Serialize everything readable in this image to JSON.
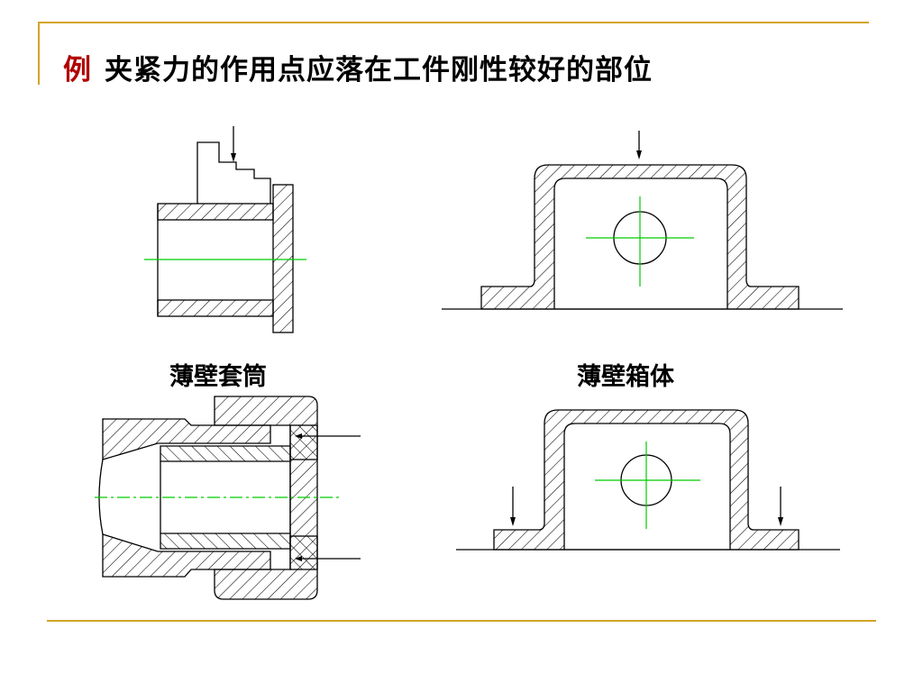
{
  "title": {
    "prefix": "例",
    "text": "夹紧力的作用点应落在工件刚性较好的部位"
  },
  "captions": {
    "sleeve": "薄壁套筒",
    "box": "薄壁箱体"
  },
  "colors": {
    "frame": "#d4a32a",
    "title_prefix": "#b00000",
    "centerline": "#00cc00",
    "outline": "#000000"
  }
}
